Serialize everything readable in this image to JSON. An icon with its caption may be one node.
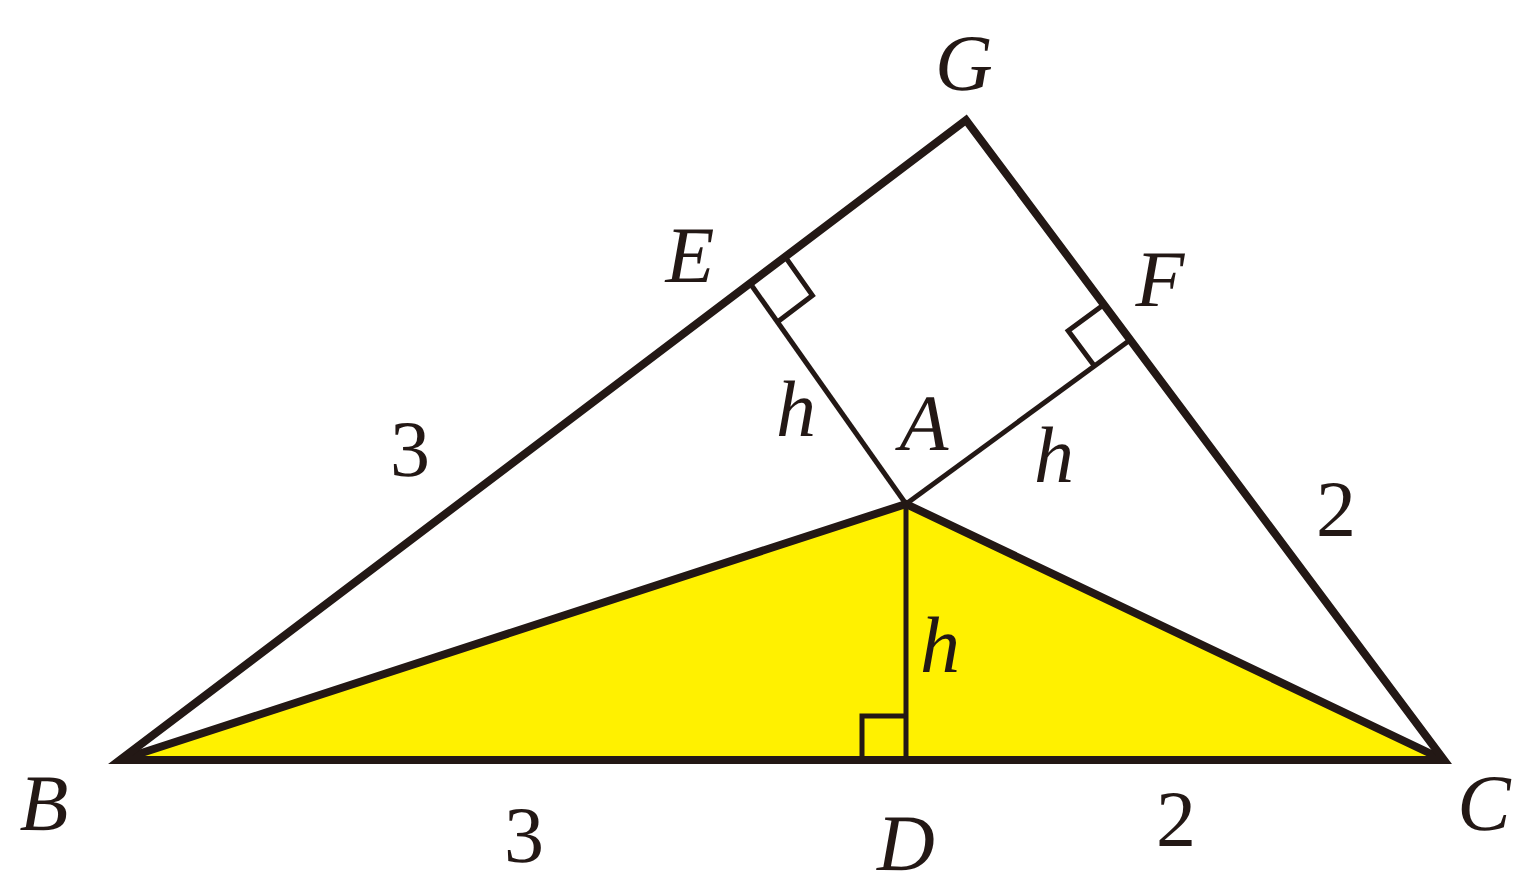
{
  "diagram": {
    "labels": [
      "G",
      "E",
      "F",
      "3",
      "h",
      "A",
      "h",
      "2",
      "h",
      "B",
      "3",
      "D",
      "2",
      "C"
    ]
  }
}
